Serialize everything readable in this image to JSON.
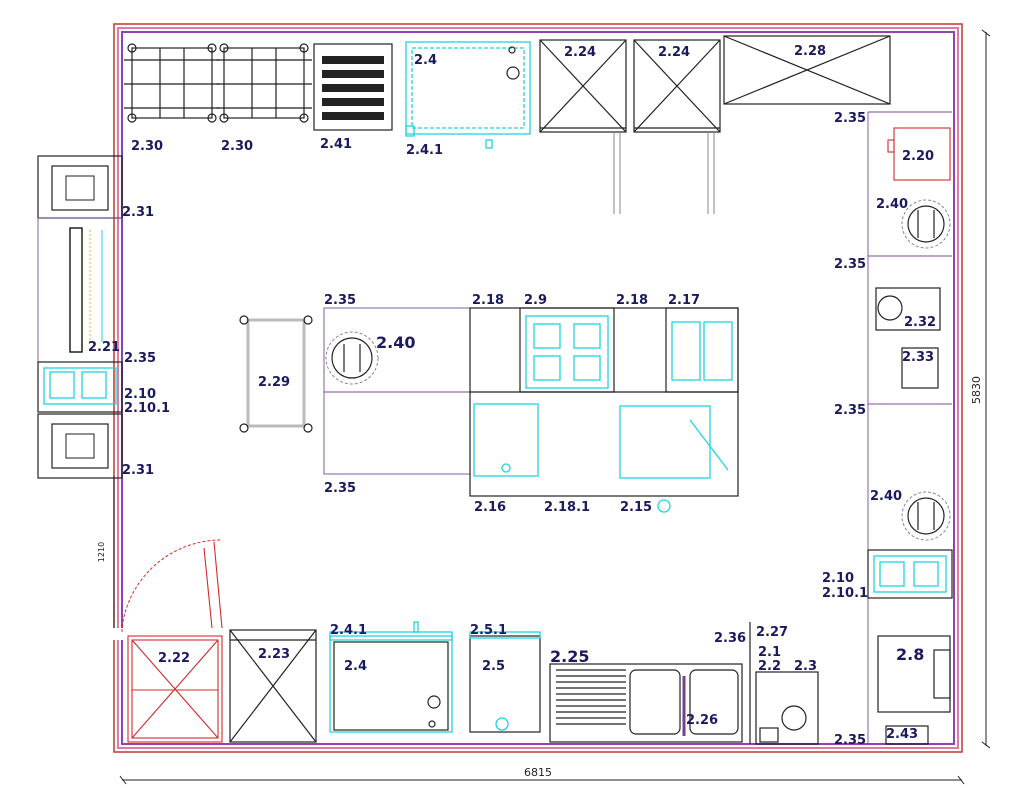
{
  "colors": {
    "wall_outer": "#c0392b",
    "wall_inner": "#8e44ad",
    "label": "#1a1a5e",
    "equipment": "#222222",
    "water": "#20d4e0",
    "zone": "#7a4a9a",
    "door": "#d42a2a"
  },
  "dimensions": {
    "width": "6815",
    "height": "5830",
    "door": "1210"
  },
  "labels": {
    "l_230a": "2.30",
    "l_230b": "2.30",
    "l_241": "2.41",
    "l_24top": "2.4",
    "l_241top": "2.4.1",
    "l_224a": "2.24",
    "l_224b": "2.24",
    "l_228": "2.28",
    "l_235tr": "2.35",
    "l_220": "2.20",
    "l_240r1": "2.40",
    "l_235r2": "2.35",
    "l_232": "2.32",
    "l_233": "2.33",
    "l_235r3": "2.35",
    "l_240r2": "2.40",
    "l_210r": "2.10",
    "l_2101r": "2.10.1",
    "l_28": "2.8",
    "l_243": "2.43",
    "l_235br": "2.35",
    "l_231a": "2.31",
    "l_221": "2.21",
    "l_235l": "2.35",
    "l_210l": "2.10",
    "l_2101l": "2.10.1",
    "l_231b": "2.31",
    "l_229": "2.29",
    "l_235ct": "2.35",
    "l_240c": "2.40",
    "l_235cb": "2.35",
    "l_218a": "2.18",
    "l_29": "2.9",
    "l_218b": "2.18",
    "l_217": "2.17",
    "l_216": "2.16",
    "l_2181": "2.18.1",
    "l_215": "2.15",
    "l_222": "2.22",
    "l_223": "2.23",
    "l_241bot": "2.4.1",
    "l_24bot": "2.4",
    "l_251": "2.5.1",
    "l_25": "2.5",
    "l_225": "2.25",
    "l_226": "2.26",
    "l_236": "2.36",
    "l_227": "2.27",
    "l_21": "2.1",
    "l_22": "2.2",
    "l_23": "2.3"
  }
}
